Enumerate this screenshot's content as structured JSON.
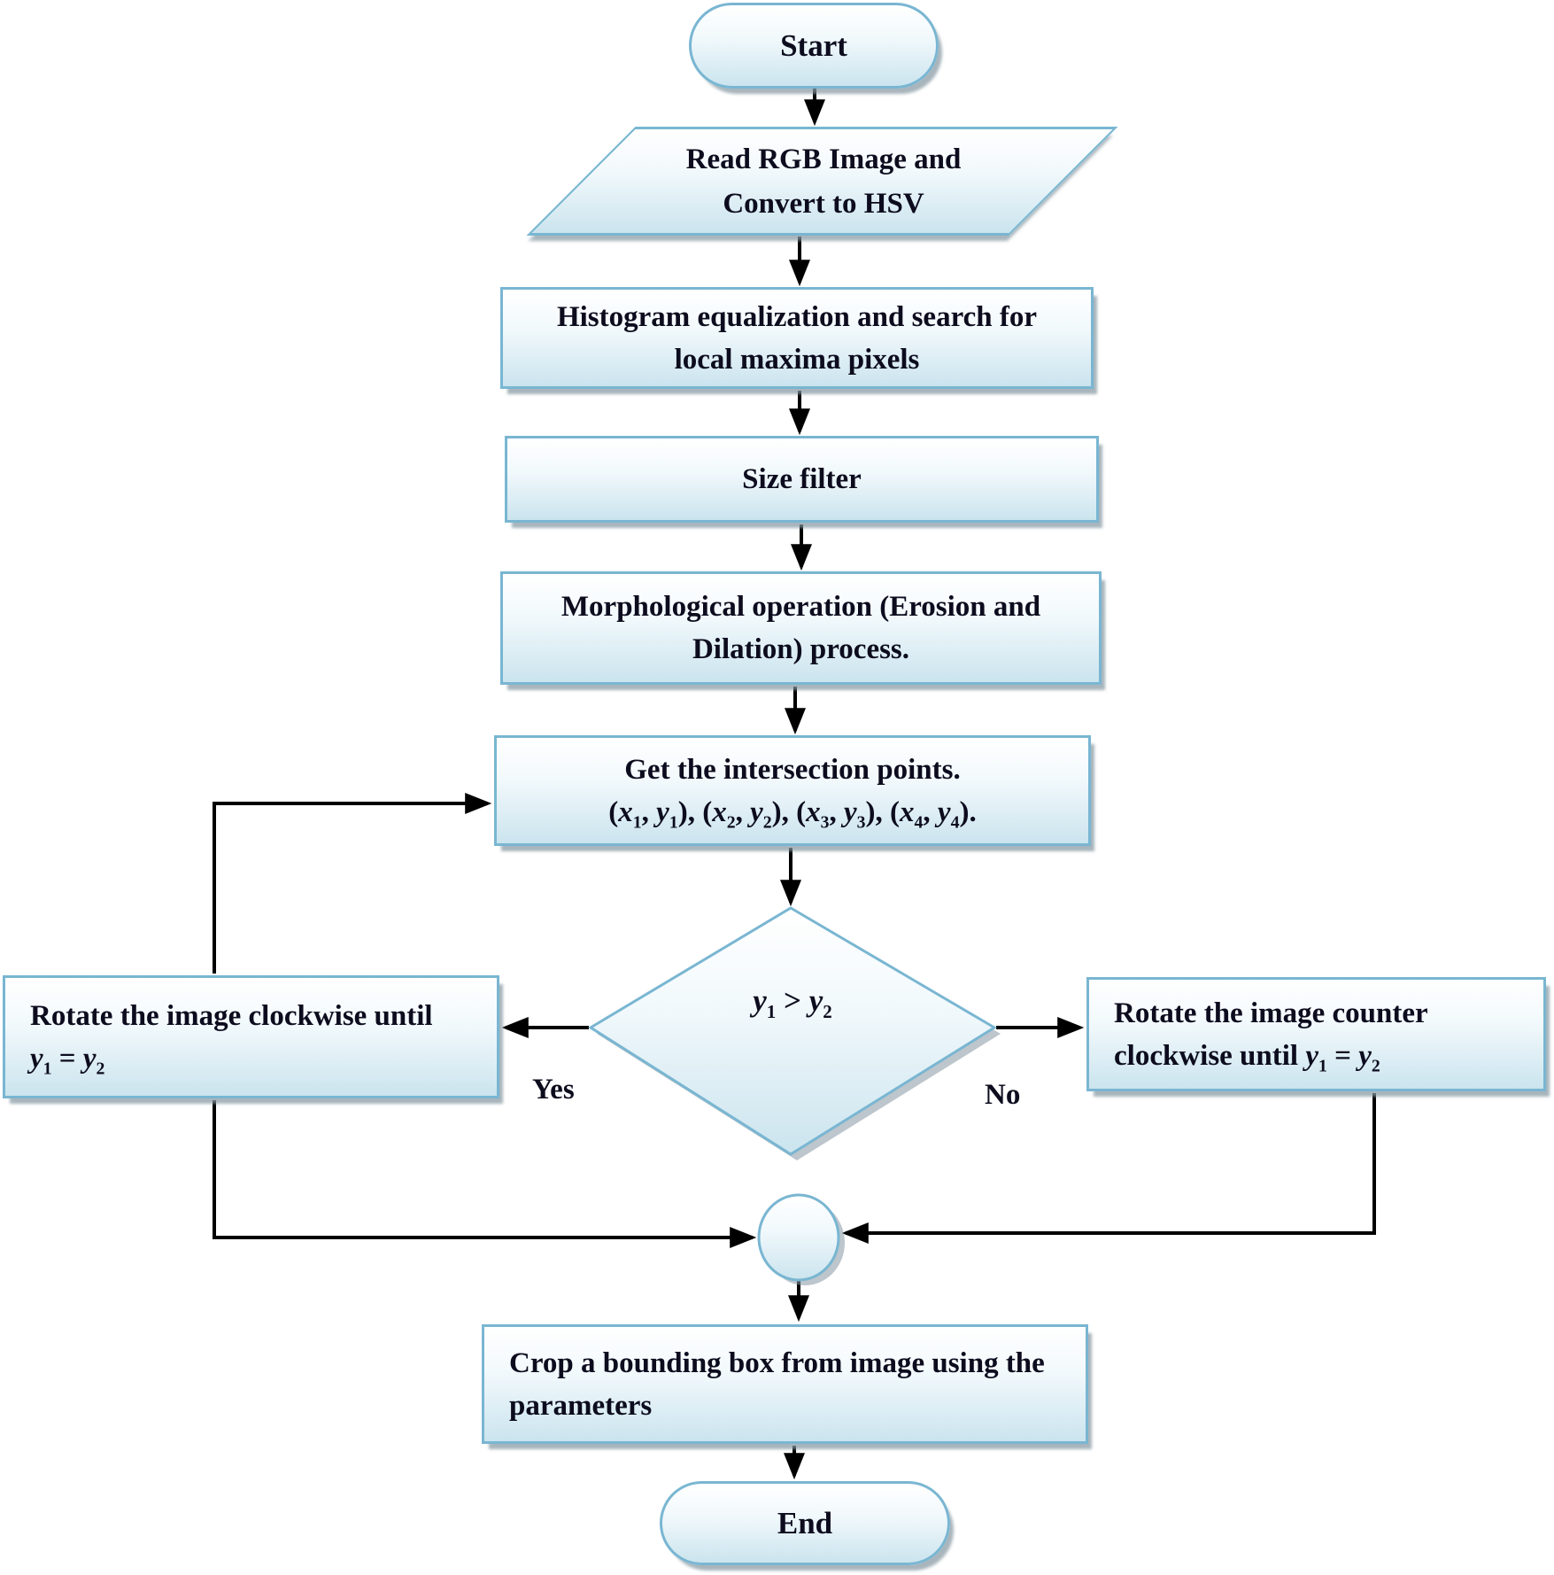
{
  "diagram": {
    "nodes": {
      "start": {
        "label": "Start"
      },
      "read_convert": {
        "line1": "Read RGB Image and",
        "line2": "Convert to HSV"
      },
      "histogram": {
        "line1": "Histogram equalization and search for",
        "line2": "local maxima pixels"
      },
      "size_filter": {
        "label": "Size filter"
      },
      "morphology": {
        "line1": "Morphological operation (Erosion and",
        "line2": "Dilation) process."
      },
      "intersection": {
        "line1": "Get the intersection points.",
        "line2": "(x1, y1), (x2, y2), (x3, y3), (x4, y4)."
      },
      "decision": {
        "label": "y1 > y2"
      },
      "rotate_clockwise": {
        "line1": "Rotate the image clockwise until",
        "line2": "y1 = y2"
      },
      "rotate_counter": {
        "line1": "Rotate the image counter",
        "line2": "clockwise until y1 = y2"
      },
      "crop": {
        "line1": "Crop a bounding box from image using the",
        "line2": "parameters"
      },
      "end": {
        "label": "End"
      }
    },
    "edge_labels": {
      "yes": "Yes",
      "no": "No"
    },
    "colors": {
      "shape_border": "#79b6d2",
      "fill_top": "#ffffff",
      "fill_mid": "#f2f9fc",
      "fill_bottom": "#cbe4ee",
      "shadow": "#8698a2",
      "text": "#0c0c1e",
      "arrow": "#000000"
    }
  }
}
